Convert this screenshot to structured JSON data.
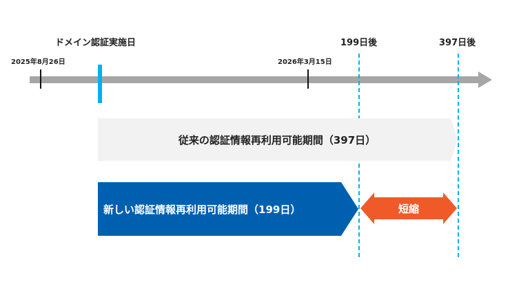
{
  "timeline": {
    "event_label": "ドメイン認証実施日",
    "start_date": "2025年8月26日",
    "mid_date": "2026年3月15日",
    "marker_199": "199日後",
    "marker_397": "397日後"
  },
  "bars": {
    "old_period": "従来の認証情報再利用可能期間（397日）",
    "new_period": "新しい認証情報再利用可能期間（199日）",
    "shortened": "短縮"
  },
  "colors": {
    "axis": "#a6a6a6",
    "event_marker": "#00b0f0",
    "dashed": "#00b0f0",
    "old_bar": "#f2f2f2",
    "new_bar": "#0060b0",
    "shortened_arrow": "#f05a28"
  }
}
